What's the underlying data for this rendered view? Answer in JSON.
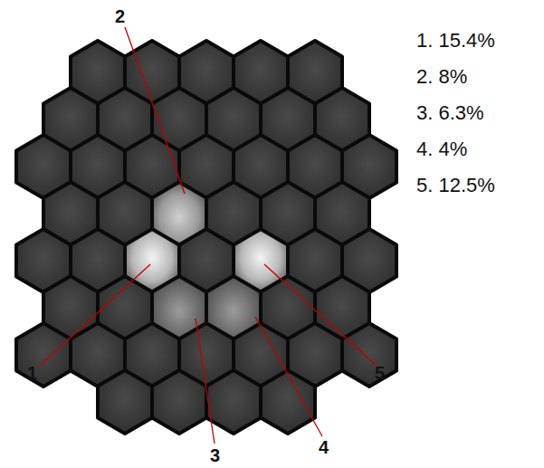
{
  "diagram": {
    "labels": [
      "2",
      "1",
      "5",
      "3",
      "4",
      "1. 15.4%",
      "2. 8%",
      "3. 6.3%",
      "4. 4%",
      "5. 12.5%"
    ]
  }
}
